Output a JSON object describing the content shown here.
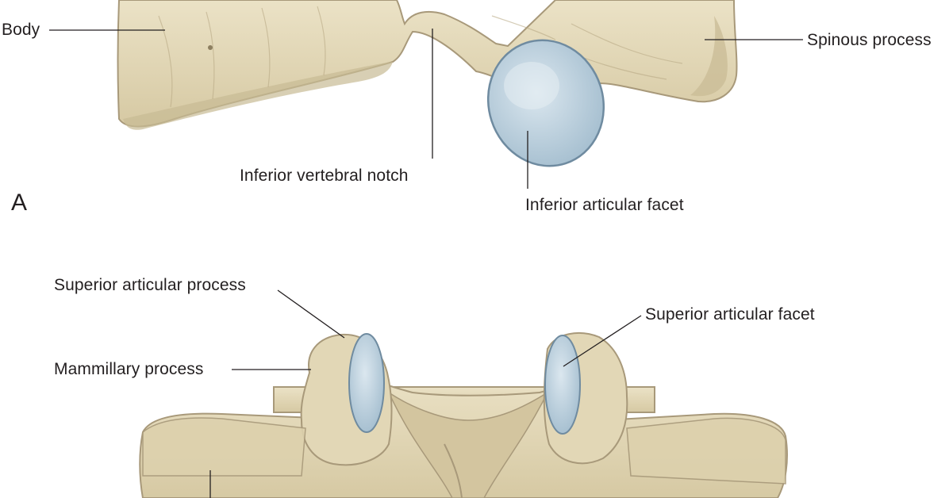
{
  "figure": {
    "panel_a": {
      "letter": "A",
      "labels": {
        "body": "Body",
        "spinous_process": "Spinous process",
        "inferior_vertebral_notch": "Inferior vertebral notch",
        "inferior_articular_facet": "Inferior articular facet"
      }
    },
    "panel_b": {
      "labels": {
        "superior_articular_process": "Superior articular process",
        "superior_articular_facet": "Superior articular facet",
        "mammillary_process": "Mammillary process"
      }
    }
  },
  "colors": {
    "bone": "#e6dcbd",
    "bone_shadow": "#cfc29c",
    "bone_outline": "#a8997a",
    "facet": "#bcd0de",
    "facet_edge": "#6f8ba0",
    "leader": "#231f20"
  }
}
